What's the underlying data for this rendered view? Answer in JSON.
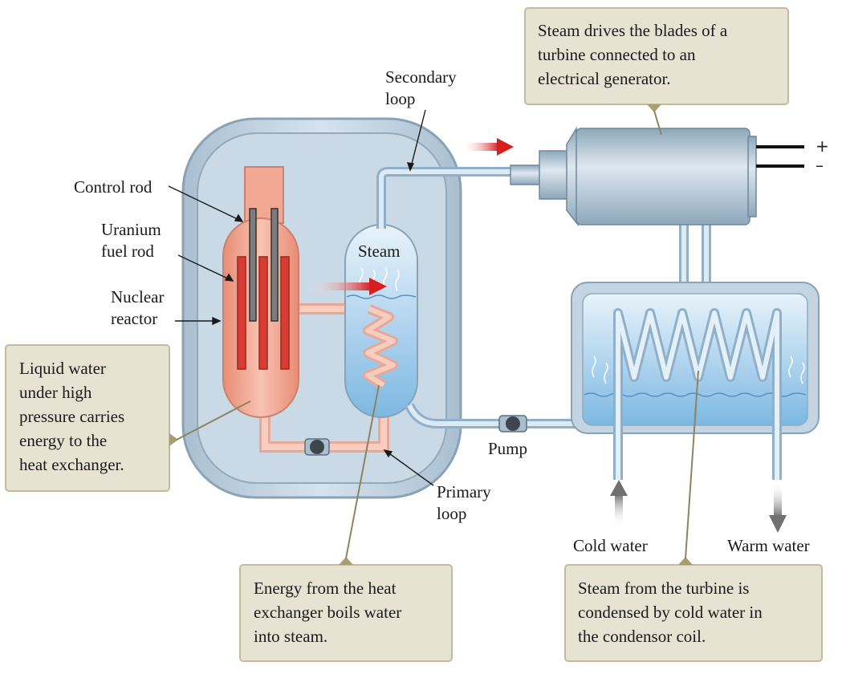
{
  "labels": {
    "secondary_loop": [
      "Secondary",
      "loop"
    ],
    "control_rod": "Control rod",
    "uranium_fuel_rod": [
      "Uranium",
      "fuel rod"
    ],
    "nuclear_reactor": [
      "Nuclear",
      "reactor"
    ],
    "steam": "Steam",
    "pump": "Pump",
    "primary_loop": [
      "Primary",
      "loop"
    ],
    "cold_water": "Cold water",
    "warm_water": "Warm water",
    "plus": "+",
    "minus": "–"
  },
  "callouts": {
    "turbine": [
      "Steam drives the blades of a",
      "turbine connected to an",
      "electrical generator."
    ],
    "liquid_water": [
      "Liquid water",
      "under high",
      "pressure carries",
      "energy to the",
      "heat exchanger."
    ],
    "heat_exchanger": [
      "Energy from the heat",
      "exchanger boils water",
      "into steam."
    ],
    "condenser": [
      "Steam from the turbine is",
      "condensed by cold water in",
      "the condensor coil."
    ]
  },
  "colors": {
    "callout_fill": "#e6e3d3",
    "callout_stroke": "#c2bb9c",
    "hot_arrow": "#d62020",
    "reactor_fill": "#f2a58f",
    "vessel_fill": "#c7d8e5",
    "water_fill": "#8fc3e8"
  }
}
